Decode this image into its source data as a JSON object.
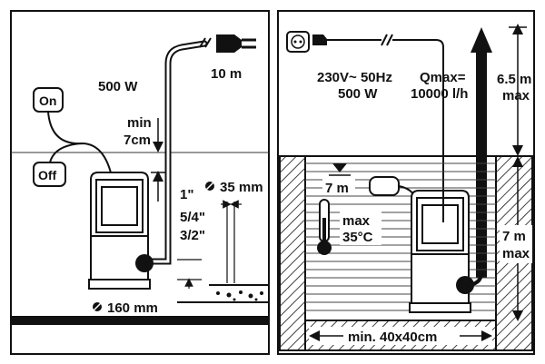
{
  "left_panel": {
    "power_label": "500 W",
    "cable_length": "10 m",
    "switch_on_label": "On",
    "switch_off_label": "Off",
    "min_level_label_1": "min",
    "min_level_label_2": "7cm",
    "outlet_sizes": [
      "1\"",
      "5/4\"",
      "3/2\""
    ],
    "particle_size": "35 mm",
    "pump_diameter": "160 mm"
  },
  "right_panel": {
    "supply_voltage": "230V~ 50Hz",
    "power_label": "500 W",
    "flow_label": "Qmax=",
    "flow_value": "10000 l/h",
    "head_value": "6.5 m",
    "head_suffix": "max",
    "depth_value": "7 m",
    "depth_suffix": "max",
    "submersion_label": "7 m",
    "temp_label_1": "max",
    "temp_label_2": "35°C",
    "shaft_label": "min. 40x40cm"
  },
  "colors": {
    "ink": "#111111",
    "paper": "#ffffff",
    "water_line": "#444444"
  },
  "icons": [
    "power-plug-icon",
    "wall-socket-icon",
    "thermometer-icon",
    "float-switch-icon",
    "pump-icon",
    "diameter-icon",
    "water-level-icon"
  ]
}
